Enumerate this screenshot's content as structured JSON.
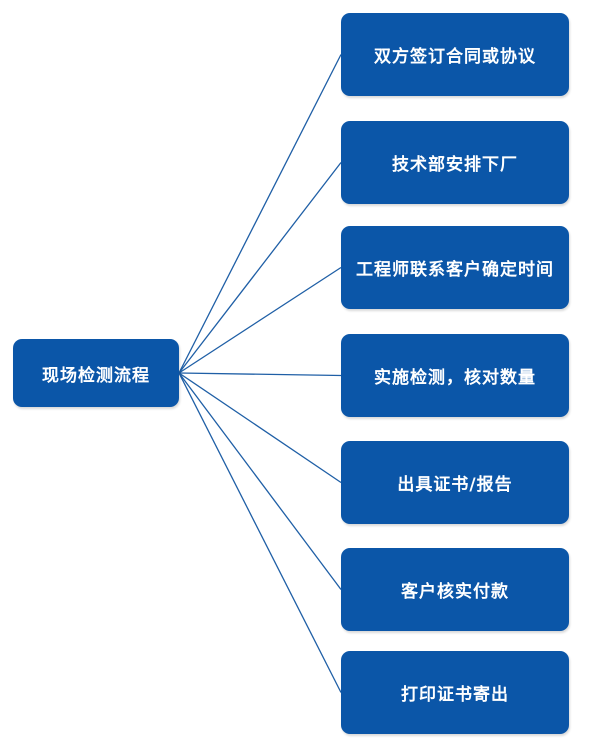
{
  "colors": {
    "box_fill": "#0b56a8",
    "connector": "#1f5fa6",
    "text": "#ffffff"
  },
  "root": {
    "label": "现场检测流程"
  },
  "steps": [
    {
      "label": "双方签订合同或协议"
    },
    {
      "label": "技术部安排下厂"
    },
    {
      "label": "工程师联系客户确定时间"
    },
    {
      "label": "实施检测，核对数量"
    },
    {
      "label": "出具证书/报告"
    },
    {
      "label": "客户核实付款"
    },
    {
      "label": "打印证书寄出"
    }
  ]
}
